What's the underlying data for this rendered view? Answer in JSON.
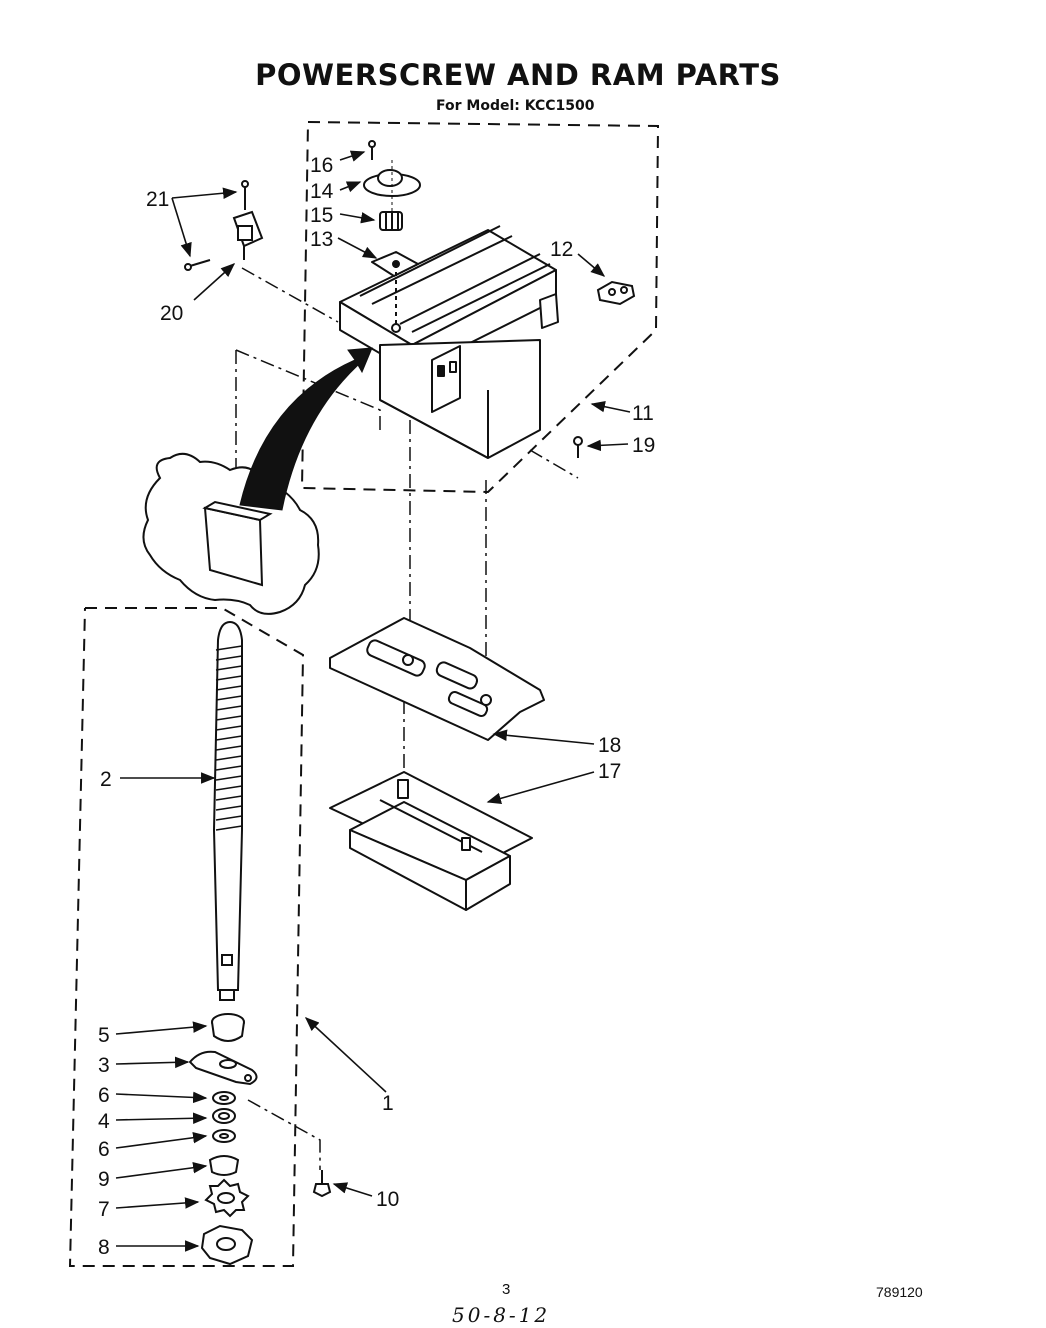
{
  "title": "POWERSCREW AND RAM PARTS",
  "subtitle": "For Model: KCC1500",
  "callouts": {
    "c1": "1",
    "c2": "2",
    "c3": "3",
    "c4": "4",
    "c5": "5",
    "c6a": "6",
    "c6b": "6",
    "c7": "7",
    "c8": "8",
    "c9": "9",
    "c10": "10",
    "c11": "11",
    "c12": "12",
    "c13": "13",
    "c14": "14",
    "c15": "15",
    "c16": "16",
    "c17": "17",
    "c18": "18",
    "c19": "19",
    "c20": "20",
    "c21": "21"
  },
  "footer": {
    "page_number": "3",
    "document_number": "789120",
    "handwritten_note": "50-8-12"
  },
  "colors": {
    "ink": "#111111",
    "paper": "#ffffff"
  }
}
